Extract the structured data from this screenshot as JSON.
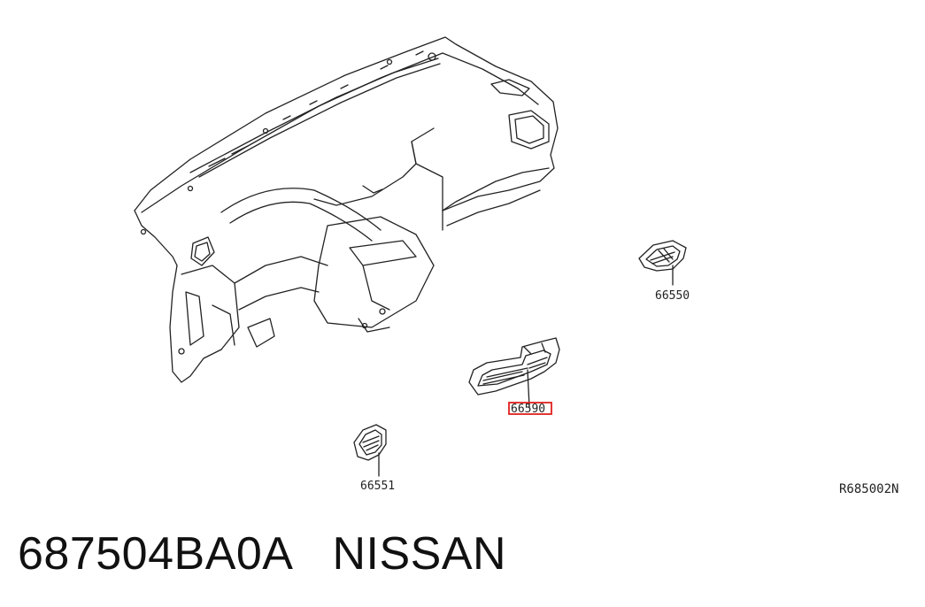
{
  "diagram": {
    "callouts": {
      "vent_right": "66550",
      "vent_center": "66590",
      "vent_left": "66551"
    },
    "reference_code": "R685002N",
    "highlight_color": "#e0201e"
  },
  "caption": {
    "part_number": "687504BA0A",
    "brand": "NISSAN"
  }
}
